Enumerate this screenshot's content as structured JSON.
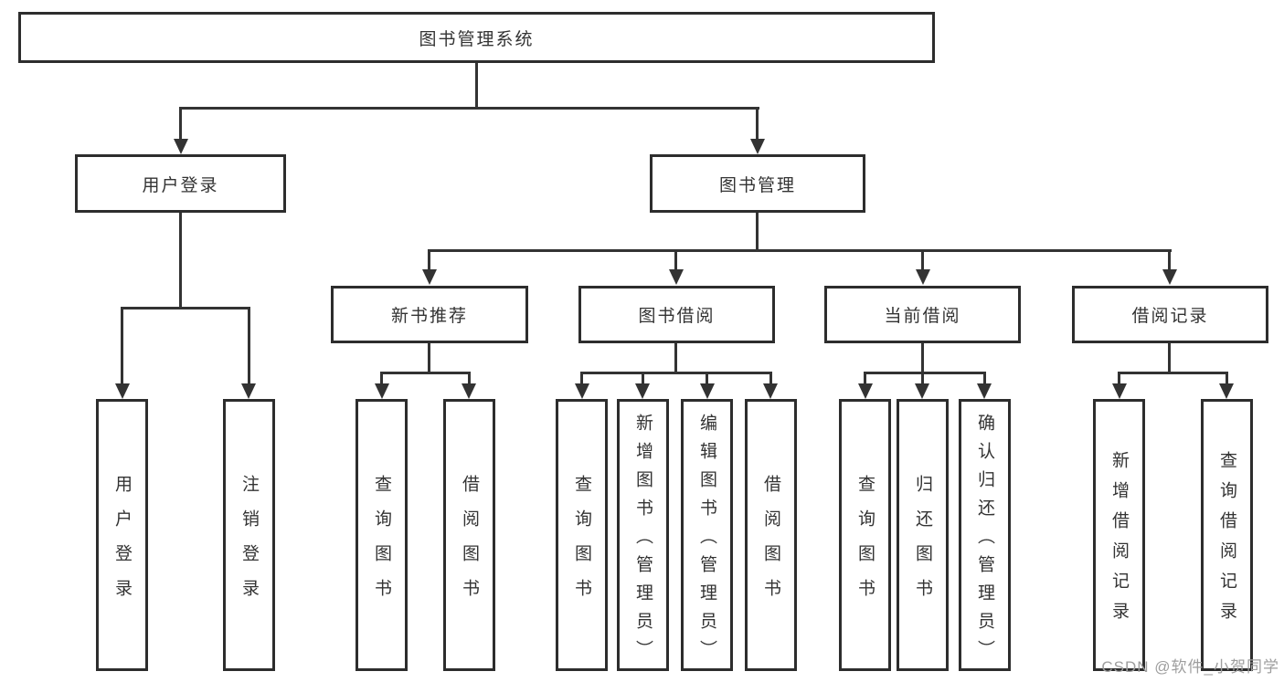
{
  "diagram": {
    "root": {
      "label": "图书管理系统"
    },
    "level2": {
      "user_login": {
        "label": "用户登录"
      },
      "book_mgmt": {
        "label": "图书管理"
      }
    },
    "level3": {
      "new_books": {
        "label": "新书推荐"
      },
      "book_borrow": {
        "label": "图书借阅"
      },
      "current_borrow": {
        "label": "当前借阅"
      },
      "borrow_records": {
        "label": "借阅记录"
      }
    },
    "leaves": {
      "user_login_leaf": {
        "label": "用户登录"
      },
      "logout_leaf": {
        "label": "注销登录"
      },
      "nb_search": {
        "label": "查询图书"
      },
      "nb_borrow": {
        "label": "借阅图书"
      },
      "bb_search": {
        "label": "查询图书"
      },
      "bb_add": {
        "label": "新增图书（管理员）"
      },
      "bb_edit": {
        "label": "编辑图书（管理员）"
      },
      "bb_borrow": {
        "label": "借阅图书"
      },
      "cb_search": {
        "label": "查询图书"
      },
      "cb_return": {
        "label": "归还图书"
      },
      "cb_confirm": {
        "label": "确认归还（管理员）"
      },
      "br_add": {
        "label": "新增借阅记录"
      },
      "br_search": {
        "label": "查询借阅记录"
      }
    },
    "watermark": "CSDN @软件_小贺同学",
    "colors": {
      "line": "#333333",
      "border": "#2d2d2d",
      "text": "#333333",
      "watermark": "#9e9e9e",
      "background": "#ffffff"
    }
  }
}
